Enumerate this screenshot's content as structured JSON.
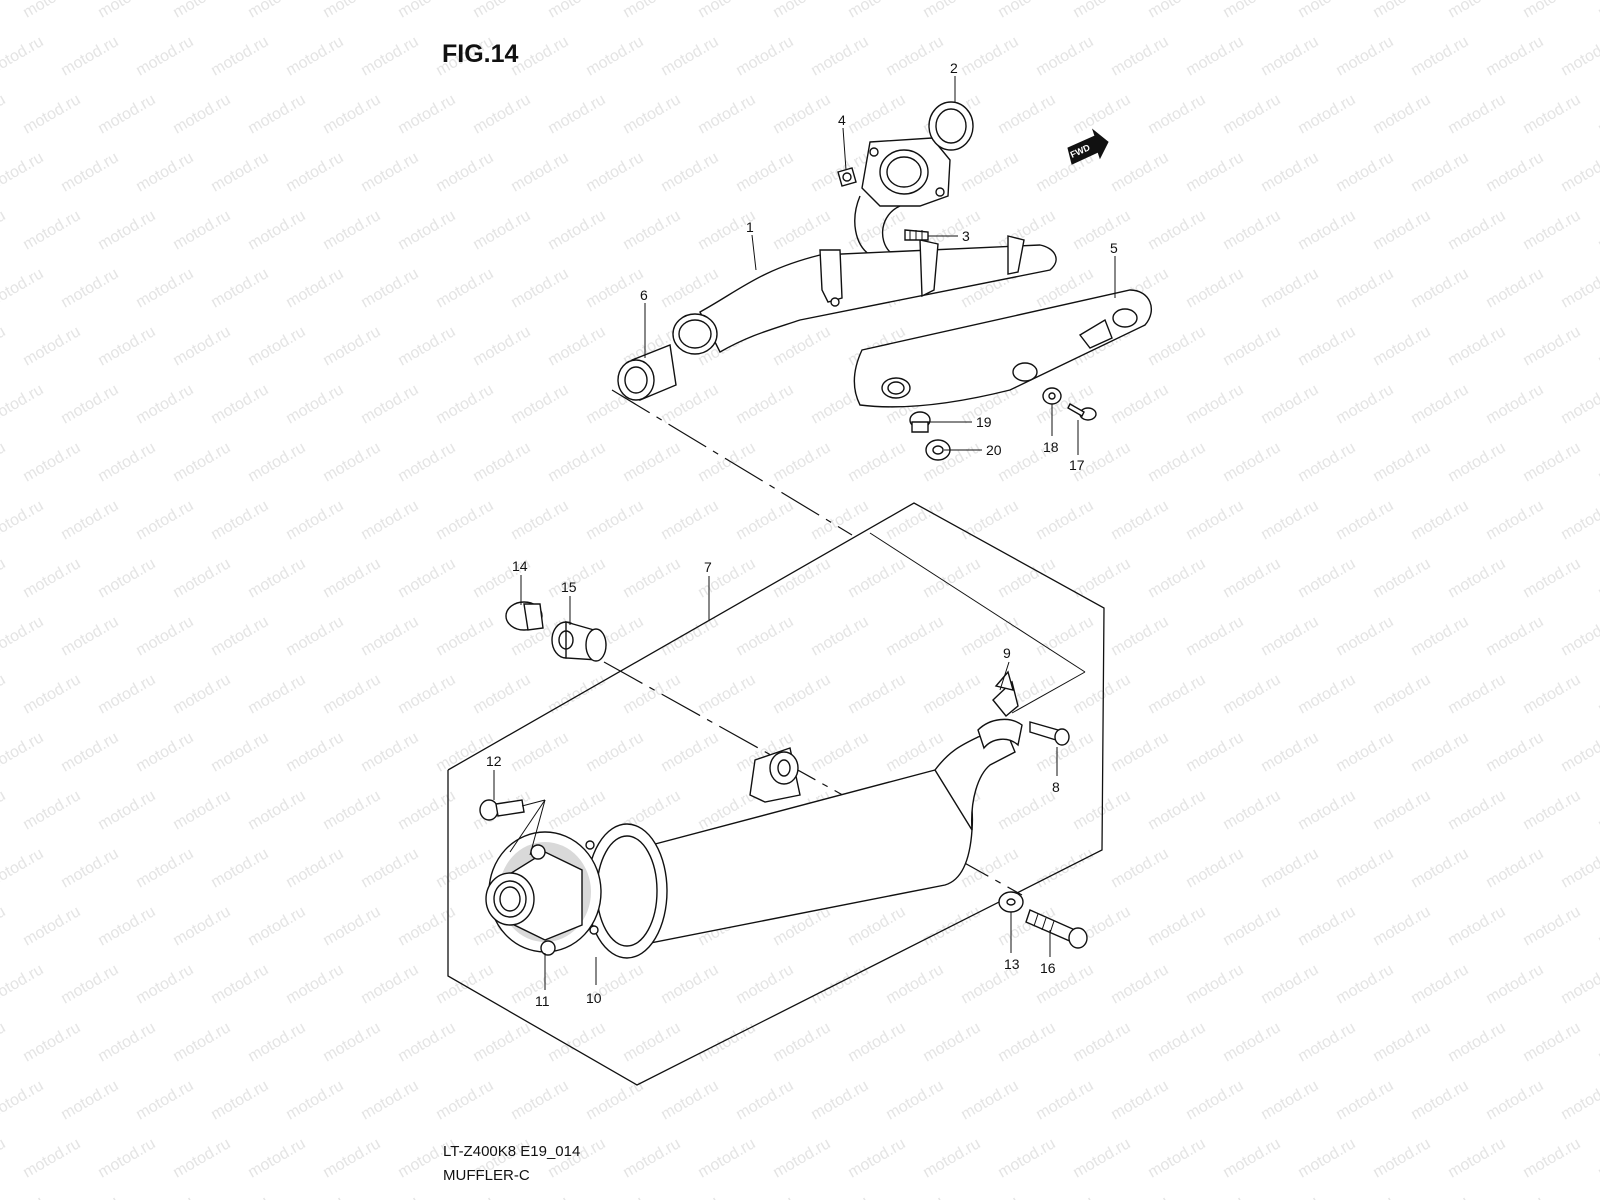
{
  "figure": {
    "title": "FIG.14",
    "model_code": "LT-Z400K8 E19_014",
    "section_name": "MUFFLER-C",
    "watermark_text": "motod.ru",
    "forward_badge": "FWD"
  },
  "callouts": {
    "c1": "1",
    "c2": "2",
    "c3": "3",
    "c4": "4",
    "c5": "5",
    "c6": "6",
    "c7": "7",
    "c8": "8",
    "c9": "9",
    "c10": "10",
    "c11": "11",
    "c12": "12",
    "c13": "13",
    "c14": "14",
    "c15": "15",
    "c16": "16",
    "c17": "17",
    "c18": "18",
    "c19": "19",
    "c20": "20"
  },
  "colors": {
    "line": "#111111",
    "shade": "#d9d9d9",
    "watermark": "#e4e4e4"
  }
}
